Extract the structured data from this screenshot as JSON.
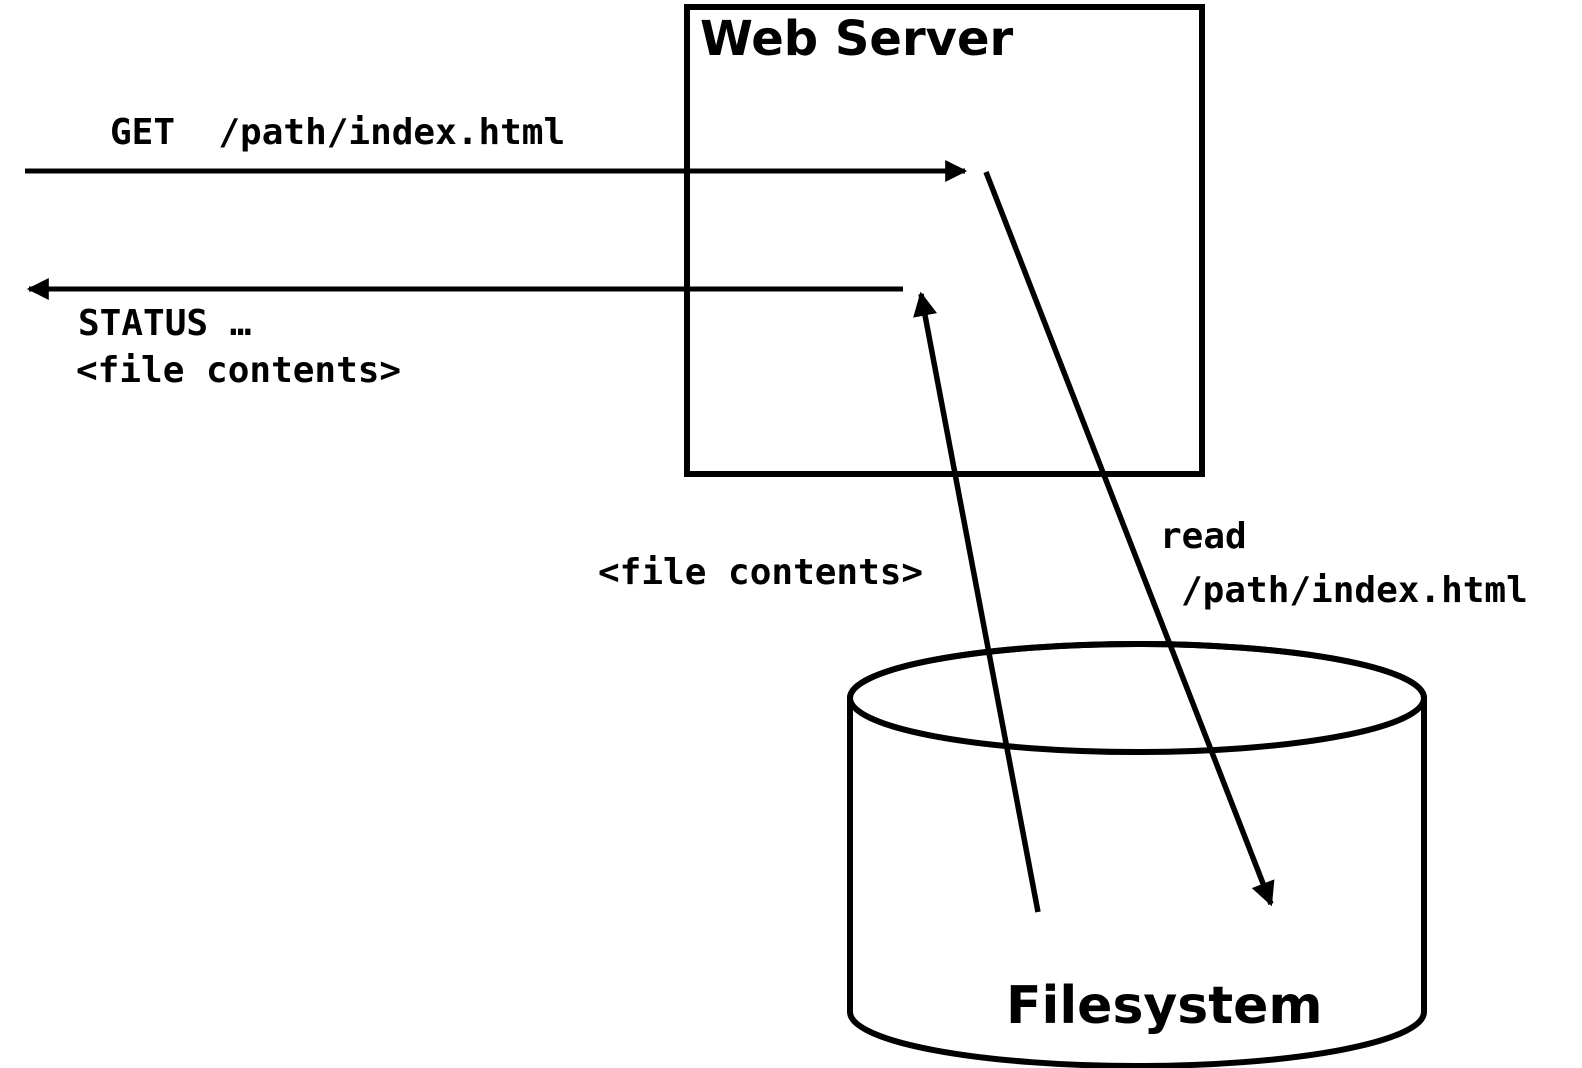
{
  "colors": {
    "ink": "#000000",
    "background": "#ffffff"
  },
  "web_server": {
    "label": "Web Server"
  },
  "filesystem": {
    "label": "Filesystem"
  },
  "request_arrow": {
    "label": "GET  /path/index.html"
  },
  "response_arrow": {
    "status_line": "STATUS …",
    "contents_line": "<file contents>"
  },
  "read_arrow": {
    "action_line": "read",
    "path_line": "/path/index.html"
  },
  "file_contents_arrow": {
    "label": "<file contents>"
  }
}
